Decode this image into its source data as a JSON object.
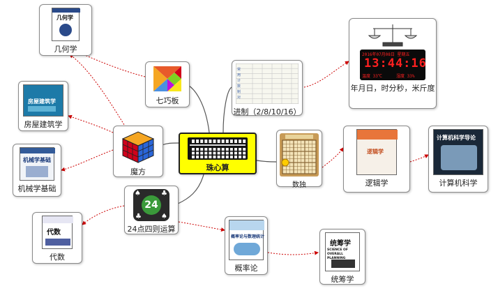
{
  "center": {
    "label": "珠心算",
    "color": "#ffff00"
  },
  "nodes": {
    "qiqiaoban": "七巧板",
    "mofang": "魔方",
    "ershisi": "24点四则运算",
    "jinzhi": "进制（2/8/10/16）",
    "shudu": "数独",
    "jihe": "几何学",
    "fangwu": "房屋建筑学",
    "jixie": "机械学基础",
    "daishu": "代数",
    "gailv": "概率论",
    "tongchou": "统筹学",
    "luoji": "逻辑学",
    "jisuanji": "计算机科学",
    "nianyue": "年月日，时分秒，米斤度"
  },
  "covers": {
    "jihe": "几何学",
    "fangwu": "房屋建筑学",
    "jixie": "机械学基础",
    "daishu": "代数",
    "gailv": "概率论与数理统计",
    "tongchou": "统筹学",
    "tongchou_en": "SCIENCE OF OVERALL PLANNING",
    "luoji": "逻辑学",
    "jisuanji": "计算机科学导论"
  },
  "clock": {
    "date": "2016年07月08日 星期五",
    "time": "13:44:16",
    "temp": "温度 33℃",
    "humidity": "湿度 33%"
  },
  "card_text": "24",
  "colors": {
    "link": "#cc0000",
    "branch": "#555555"
  }
}
